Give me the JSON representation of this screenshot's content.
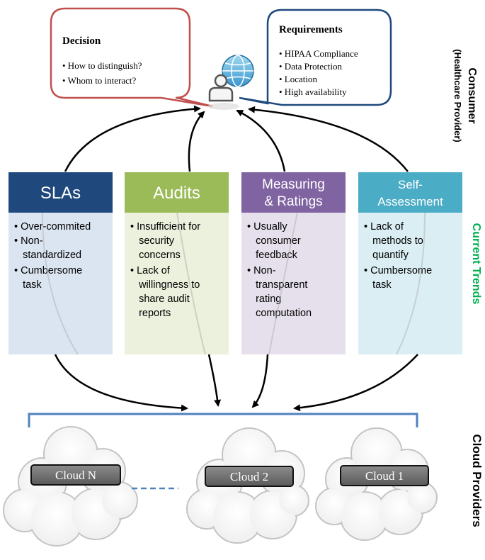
{
  "decision": {
    "title": "Decision",
    "items": [
      "• How to distinguish?",
      "• Whom to interact?"
    ]
  },
  "requirements": {
    "title": "Requirements",
    "items": [
      "• HIPAA Compliance",
      "• Data Protection",
      "• Location",
      "• High availability"
    ]
  },
  "side_labels": {
    "consumer": "Consumer",
    "consumer_sub": "(Healthcare Provider)",
    "trends": "Current Trends",
    "providers": "Cloud Providers"
  },
  "trends": [
    {
      "title_lines": [
        "SLAs"
      ],
      "header_color": "#1f497d",
      "body_color": "#dbe5f1",
      "bullets": [
        "• Over-commited",
        "• Non-",
        "   standardized",
        "• Cumbersome",
        "   task"
      ]
    },
    {
      "title_lines": [
        "Audits"
      ],
      "header_color": "#9bbb59",
      "body_color": "#ebf1dd",
      "bullets": [
        "• Insufficient for",
        "   security",
        "   concerns",
        "• Lack of",
        "   willingness to",
        "   share audit",
        "   reports"
      ]
    },
    {
      "title_lines": [
        "Measuring",
        "& Ratings"
      ],
      "header_color": "#8064a2",
      "body_color": "#e5e0ec",
      "bullets": [
        "• Usually",
        "   consumer",
        "   feedback",
        "• Non-",
        "   transparent",
        "   rating",
        "   computation"
      ]
    },
    {
      "title_lines": [
        "Self-",
        "Assessment"
      ],
      "header_color": "#4bacc6",
      "body_color": "#dbeef3",
      "bullets": [
        "• Lack of",
        "   methods to",
        "   quantify",
        "• Cumbersome",
        "   task"
      ]
    }
  ],
  "clouds": [
    "Cloud N",
    "Cloud 2",
    "Cloud 1"
  ],
  "colors": {
    "decision_border": "#c0504d",
    "requirements_border": "#1f497d",
    "trends_label": "#00b050",
    "bracket": "#4f81bd",
    "arrow": "#000000"
  },
  "icons": [
    "user-icon",
    "globe-icon",
    "cloud-icon"
  ]
}
